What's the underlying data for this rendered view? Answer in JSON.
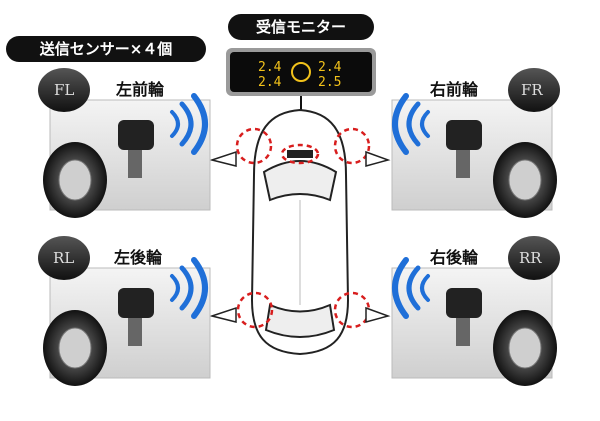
{
  "header": {
    "sensors_label": "送信センサー×４個",
    "monitor_label": "受信モニター"
  },
  "monitor": {
    "readouts": [
      "2.4",
      "2.4",
      "2.4",
      "2.5"
    ]
  },
  "wheels": [
    {
      "id": "FL",
      "cap": "FL",
      "label": "左前輪"
    },
    {
      "id": "FR",
      "cap": "FR",
      "label": "右前輪"
    },
    {
      "id": "RL",
      "cap": "RL",
      "label": "左後輪"
    },
    {
      "id": "RR",
      "cap": "RR",
      "label": "右後輪"
    }
  ],
  "colors": {
    "signal": "#1f6fd8",
    "highlight": "#d81e1e",
    "display_digits": "#f2c21b",
    "display_bg": "#0b0b0b"
  }
}
